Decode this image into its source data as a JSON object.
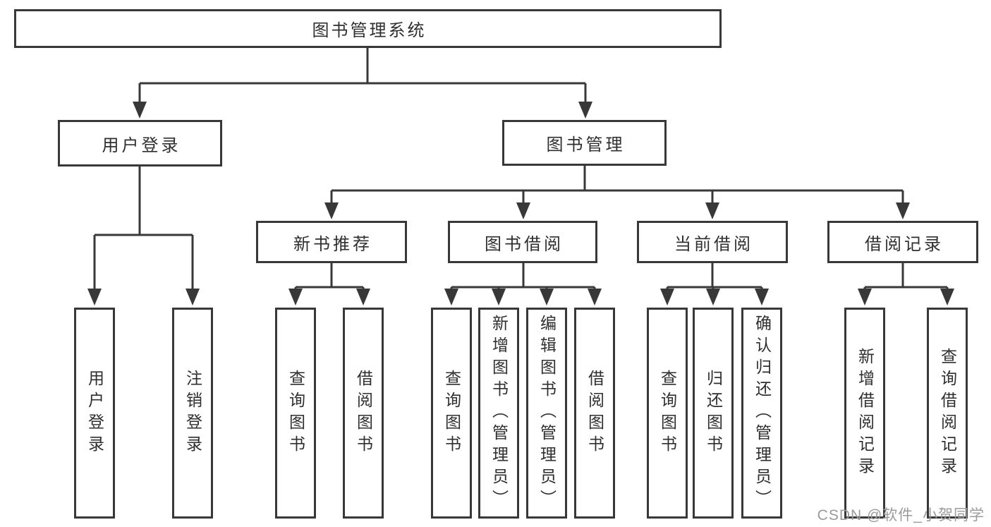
{
  "title": "图书管理系统",
  "watermark": "CSDN @软件_小贺同学",
  "colors": {
    "line": "#383838",
    "box_border": "#383838",
    "box_fill": "#ffffff",
    "text": "#2f2f2f",
    "watermark": "#9a9a9a",
    "background": "#ffffff"
  },
  "diagram": {
    "type": "tree",
    "root": {
      "label": "图书管理系统",
      "children": [
        {
          "label": "用户登录",
          "children": [
            {
              "label": "用户登录"
            },
            {
              "label": "注销登录"
            }
          ]
        },
        {
          "label": "图书管理",
          "children": [
            {
              "label": "新书推荐",
              "children": [
                {
                  "label": "查询图书"
                },
                {
                  "label": "借阅图书"
                }
              ]
            },
            {
              "label": "图书借阅",
              "children": [
                {
                  "label": "查询图书"
                },
                {
                  "label": "新增图书（管理员）"
                },
                {
                  "label": "编辑图书（管理员）"
                },
                {
                  "label": "借阅图书"
                }
              ]
            },
            {
              "label": "当前借阅",
              "children": [
                {
                  "label": "查询图书"
                },
                {
                  "label": "归还图书"
                },
                {
                  "label": "确认归还（管理员）"
                }
              ]
            },
            {
              "label": "借阅记录",
              "children": [
                {
                  "label": "新增借阅记录"
                },
                {
                  "label": "查询借阅记录"
                }
              ]
            }
          ]
        }
      ]
    }
  }
}
